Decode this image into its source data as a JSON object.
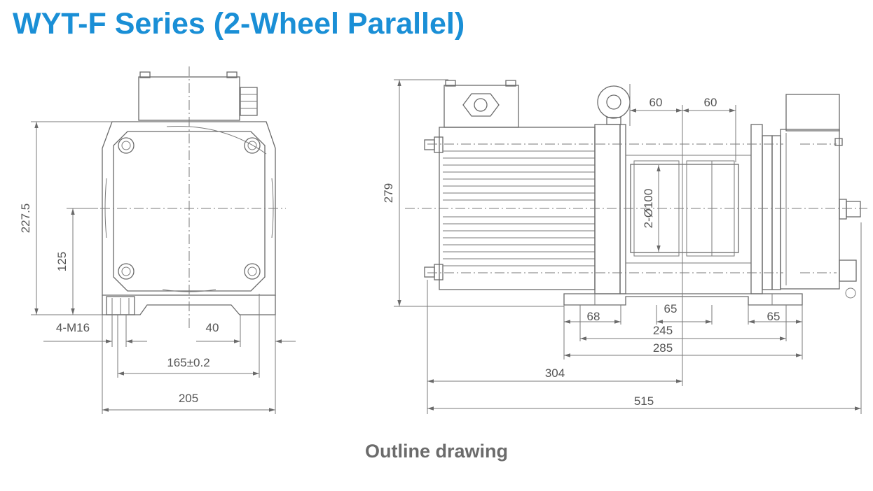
{
  "title": "WYT-F Series (2-Wheel Parallel)",
  "caption": "Outline drawing",
  "colors": {
    "title": "#1a8fd6",
    "caption": "#6b6b6b",
    "line": "#6a6a6a"
  },
  "front_view": {
    "dim_height_total": "227.5",
    "dim_shaft_height": "125",
    "dim_bolts": "4-M16",
    "dim_foot": "40",
    "dim_hole_span": "165±0.2",
    "dim_width": "205"
  },
  "side_view": {
    "dim_height": "279",
    "dim_pitch_a": "60",
    "dim_pitch_b": "60",
    "dim_wheel": "2-Ø100",
    "dim_foot_left": "68",
    "dim_center": "65",
    "dim_foot_right": "65",
    "dim_span_245": "245",
    "dim_span_285": "285",
    "dim_304": "304",
    "dim_515": "515"
  }
}
